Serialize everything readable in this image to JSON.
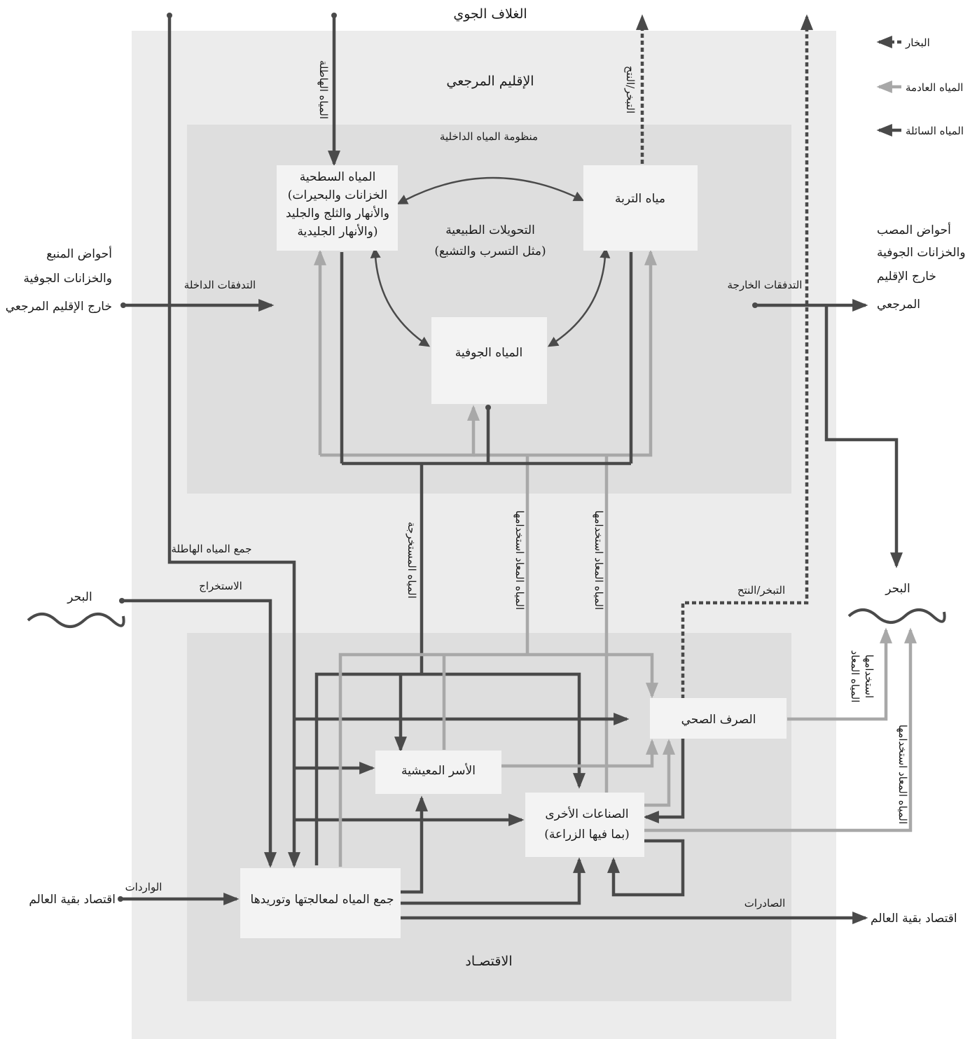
{
  "regions": {
    "atmosphere": "الغلاف الجوي",
    "reference_territory": "الإقليم المرجعي",
    "inland_water_system": "منظومة المياه الداخلية",
    "economy": "الاقتصـاد"
  },
  "legend": {
    "vapour": "البخار",
    "waste_water": "المياه العادمة",
    "liquid_water": "المياه السائلة"
  },
  "boxes": {
    "surface_water": [
      "المياه السطحية",
      "(الخزانات والبحيرات",
      "والأنهار والثلج والجليد",
      "والأنهار الجليدية)"
    ],
    "soil_water": "مياه التربة",
    "groundwater": "المياه الجوفية",
    "natural_transfers": [
      "التحويلات الطبيعية",
      "(مثل التسرب والتشبع)"
    ],
    "sewerage": "الصرف الصحي",
    "households": "الأسر المعيشية",
    "other_industries": [
      "الصناعات الأخرى",
      "(بما فيها الزراعة)"
    ],
    "collection_supply": "جمع المياه لمعالجتها وتوريدها"
  },
  "external": {
    "upstream": [
      "أحواض المنبع",
      "والخزانات الجوفية",
      "خارج الإقليم المرجعي"
    ],
    "downstream": [
      "أحواض المصب",
      "والخزانات الجوفية",
      "خارج الإقليم",
      "المرجعي"
    ],
    "sea_left": "البحر",
    "sea_right": "البحر",
    "row_left": "اقتصاد بقية العالم",
    "row_right": "اقتصاد بقية العالم"
  },
  "flows": {
    "precipitation": "المياه الهاطلة",
    "evapotranspiration_top": "التبخر/النتح",
    "evapotranspiration_bottom": "التبخر/النتح",
    "inflows": "التدفقات الداخلة",
    "outflows": "التدفقات الخارجة",
    "abstracted": "المياه المستخرجة",
    "returns_1": "المياه المعاد استخدامها",
    "returns_2": "المياه المعاد استخدامها",
    "returns_sea_1": [
      "المياه المعاد",
      "استخدامها"
    ],
    "returns_sea_2": "المياه المعاد استخدامها",
    "rain_collection": "جمع المياه الهاطلة",
    "abstraction": "الاستخراج",
    "imports": "الواردات",
    "exports": "الصادرات"
  }
}
